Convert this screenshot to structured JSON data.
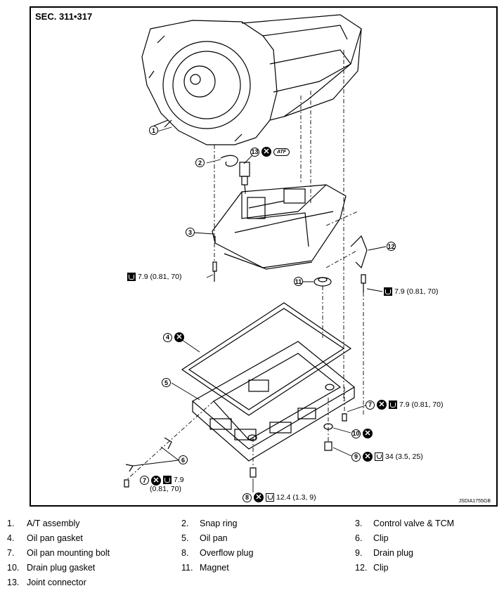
{
  "section": "SEC. 311•317",
  "figure_code": "JSDIA1755GB",
  "callouts": {
    "c1": {
      "num": "1"
    },
    "c2": {
      "num": "2"
    },
    "c3": {
      "num": "3"
    },
    "c4": {
      "num": "4"
    },
    "c5": {
      "num": "5"
    },
    "c6": {
      "num": "6"
    },
    "c7a": {
      "num": "7",
      "torque": "7.9 (0.81, 70)"
    },
    "c7b": {
      "num": "7",
      "torque_line1": "7.9",
      "torque_line2": "(0.81, 70)"
    },
    "c8": {
      "num": "8",
      "torque": "12.4 (1.3, 9)"
    },
    "c9": {
      "num": "9",
      "torque": "34 (3.5, 25)"
    },
    "c10": {
      "num": "10"
    },
    "c11": {
      "num": "11"
    },
    "c12": {
      "num": "12"
    },
    "c13": {
      "num": "13",
      "fluid": "ATF"
    },
    "bolt_left": {
      "torque": "7.9 (0.81, 70)"
    },
    "bolt_right": {
      "torque": "7.9 (0.81, 70)"
    }
  },
  "icons": [
    "replace-x-icon",
    "torque-icon",
    "atf-icon"
  ],
  "legend": [
    {
      "num": "1.",
      "label": "A/T assembly"
    },
    {
      "num": "2.",
      "label": "Snap ring"
    },
    {
      "num": "3.",
      "label": "Control valve & TCM"
    },
    {
      "num": "4.",
      "label": "Oil pan gasket"
    },
    {
      "num": "5.",
      "label": "Oil pan"
    },
    {
      "num": "6.",
      "label": "Clip"
    },
    {
      "num": "7.",
      "label": "Oil pan mounting bolt"
    },
    {
      "num": "8.",
      "label": "Overflow plug"
    },
    {
      "num": "9.",
      "label": "Drain plug"
    },
    {
      "num": "10.",
      "label": "Drain plug gasket"
    },
    {
      "num": "11.",
      "label": "Magnet"
    },
    {
      "num": "12.",
      "label": "Clip"
    },
    {
      "num": "13.",
      "label": "Joint connector"
    }
  ]
}
